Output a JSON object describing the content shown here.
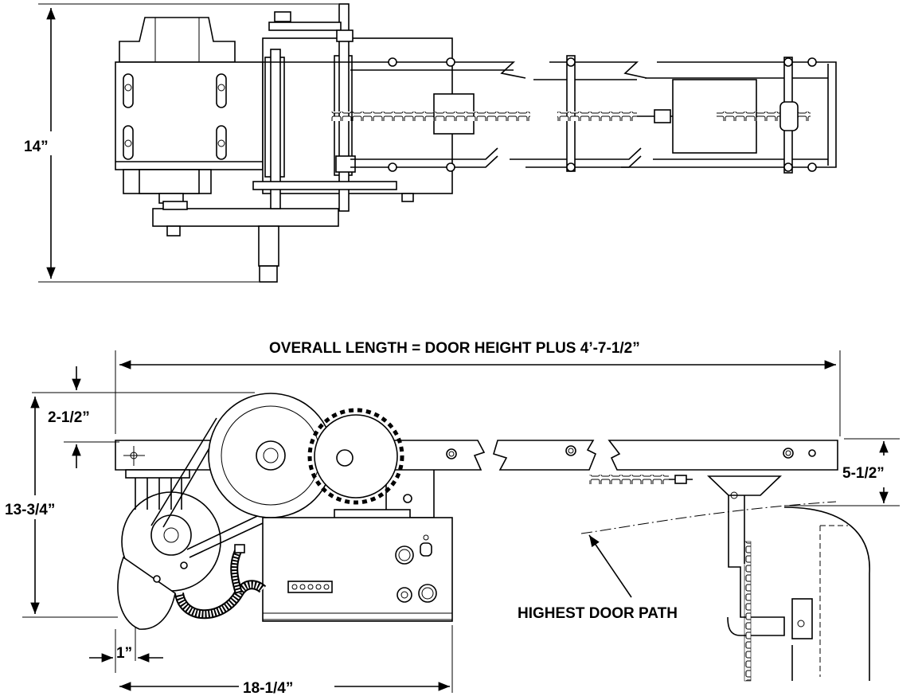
{
  "top_view": {
    "height_dimension": "14”"
  },
  "side_view": {
    "overall_length": "OVERALL LENGTH = DOOR HEIGHT PLUS 4’-7-1/2”",
    "drum_clearance": "2-1/2”",
    "overall_height": "13-3/4”",
    "rail_drop": "5-1/2”",
    "offset": "1”",
    "unit_length": "18-1/4”",
    "door_path_label": "HIGHEST DOOR PATH"
  }
}
